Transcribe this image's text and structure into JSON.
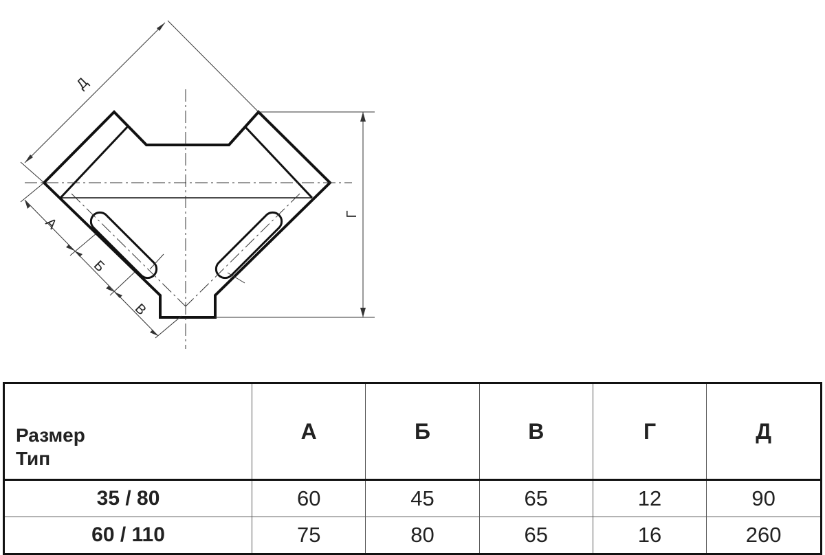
{
  "diagram": {
    "labels": {
      "d": "Д",
      "a": "А",
      "b": "Б",
      "v": "В",
      "g": "Г"
    }
  },
  "table": {
    "header_line1": "Размер",
    "header_line2": "Тип",
    "columns": [
      "А",
      "Б",
      "В",
      "Г",
      "Д"
    ],
    "rows": [
      {
        "type": "35 / 80",
        "values": [
          "60",
          "45",
          "65",
          "12",
          "90"
        ]
      },
      {
        "type": "60 / 110",
        "values": [
          "75",
          "80",
          "65",
          "16",
          "260"
        ]
      }
    ]
  }
}
